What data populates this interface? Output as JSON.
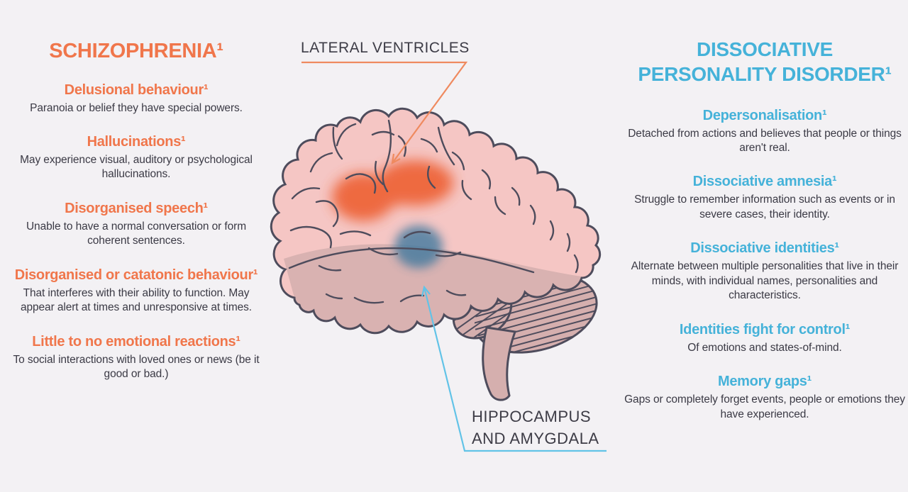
{
  "left_panel": {
    "title": "SCHIZOPHRENIA¹",
    "items": [
      {
        "heading": "Delusional behaviour¹",
        "body": "Paranoia or belief they have special powers."
      },
      {
        "heading": "Hallucinations¹",
        "body": "May experience visual, auditory or psychological hallucinations."
      },
      {
        "heading": "Disorganised speech¹",
        "body": "Unable to have a normal conversation or form coherent sentences."
      },
      {
        "heading": "Disorganised or catatonic behaviour¹",
        "body": "That interferes with their ability to function. May appear alert at times and unresponsive at times."
      },
      {
        "heading": "Little to no emotional reactions¹",
        "body": "To social interactions with loved ones or news (be it good or bad.)"
      }
    ]
  },
  "right_panel": {
    "title_line1": "DISSOCIATIVE",
    "title_line2": "PERSONALITY DISORDER¹",
    "items": [
      {
        "heading": "Depersonalisation¹",
        "body": "Detached from actions and believes that people or things aren't real."
      },
      {
        "heading": "Dissociative amnesia¹",
        "body": "Struggle to remember information such as events or in severe cases, their identity."
      },
      {
        "heading": "Dissociative identities¹",
        "body": "Alternate between multiple personalities that live in their minds, with individual names, personalities and characteristics."
      },
      {
        "heading": "Identities fight for control¹",
        "body": "Of emotions and states-of-mind."
      },
      {
        "heading": "Memory gaps¹",
        "body": "Gaps or completely forget events, people or emotions they have experienced."
      }
    ]
  },
  "diagram": {
    "top_label": "LATERAL VENTRICLES",
    "bottom_label_line1": "HIPPOCAMPUS",
    "bottom_label_line2": "AND AMYGDALA",
    "highlighted_regions": [
      {
        "name": "lateral-ventricles",
        "color": "#ed5a2c"
      },
      {
        "name": "hippocampus-and-amygdala",
        "color": "#41799f"
      }
    ]
  },
  "colors": {
    "background": "#f3f1f4",
    "schizophrenia_accent": "#f0764b",
    "dissociative_accent": "#45b2d9",
    "body_text": "#3b3a45",
    "label_text": "#3d3c46",
    "brain_fill": "#f5c6c4",
    "brain_lower_fill": "#d9b2b1",
    "hindbrain_fill": "#d5afae",
    "brain_outline": "#4e4c5c",
    "callout_orange": "#ef8a5f",
    "callout_blue": "#62c3e7"
  }
}
